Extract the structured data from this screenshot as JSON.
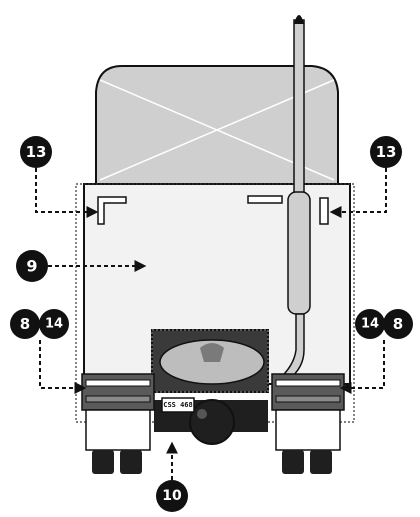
{
  "callouts": {
    "top_left": "13",
    "top_right": "13",
    "middle_left": "9",
    "lower_left_a": "8",
    "lower_left_b": "14",
    "lower_right_a": "14",
    "lower_right_b": "8",
    "bottom": "10"
  },
  "license_plate": "CSS 468",
  "colors": {
    "callout_fill": "#111111",
    "body_fill": "#f2f2f2",
    "cab_fill": "#cfcfcf",
    "shadow_fill": "#3a3a3a",
    "tire_fill": "#1f1f1f"
  }
}
